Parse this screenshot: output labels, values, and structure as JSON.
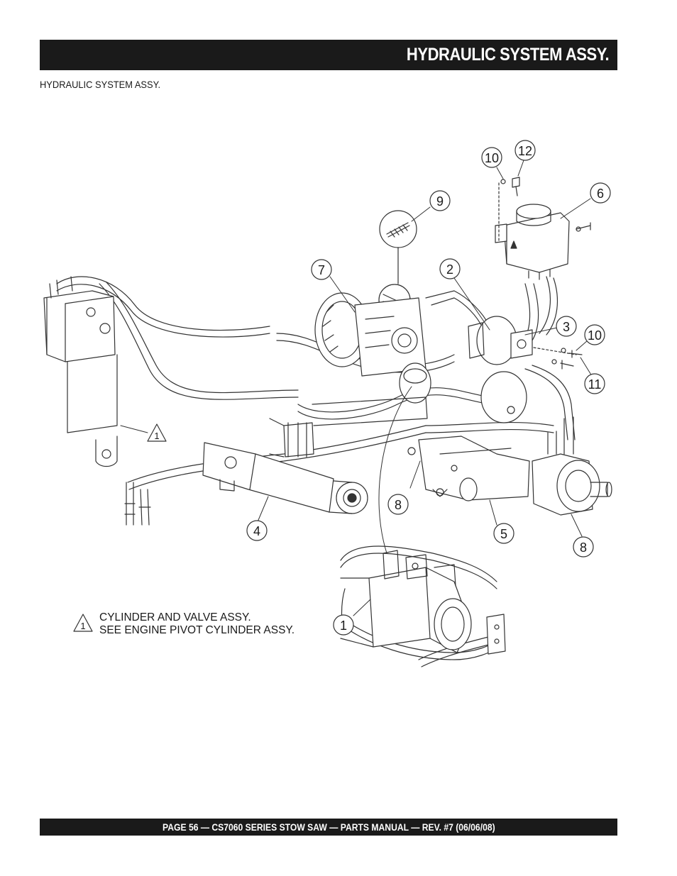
{
  "header": {
    "title": "HYDRAULIC SYSTEM ASSY."
  },
  "subtitle": "HYDRAULIC SYSTEM ASSY.",
  "callouts": [
    {
      "num": "10"
    },
    {
      "num": "12"
    },
    {
      "num": "6"
    },
    {
      "num": "9"
    },
    {
      "num": "7"
    },
    {
      "num": "2"
    },
    {
      "num": "3"
    },
    {
      "num": "10"
    },
    {
      "num": "11"
    },
    {
      "num": "8"
    },
    {
      "num": "4"
    },
    {
      "num": "5"
    },
    {
      "num": "8"
    },
    {
      "num": "1"
    }
  ],
  "triangle_marks": [
    {
      "num": "1"
    },
    {
      "num": "1"
    }
  ],
  "note": {
    "line1": "CYLINDER AND VALVE ASSY.",
    "line2": "SEE ENGINE PIVOT CYLINDER ASSY."
  },
  "footer": {
    "text": "PAGE 56 — CS7060 SERIES STOW SAW — PARTS MANUAL — REV. #7 (06/06/08)"
  }
}
